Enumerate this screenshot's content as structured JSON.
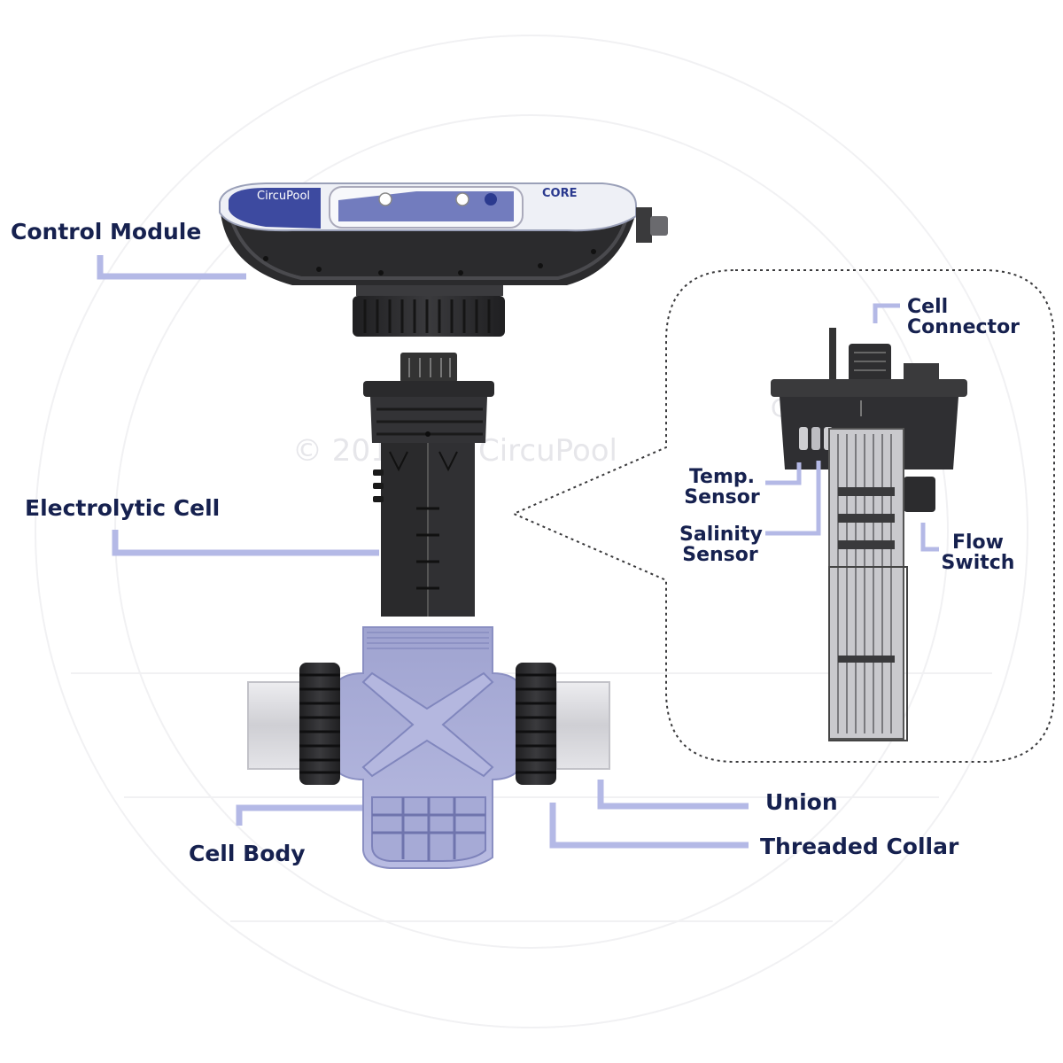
{
  "labels": {
    "control_module": "Control Module",
    "electrolytic_cell": "Electrolytic Cell",
    "cell_body": "Cell Body",
    "union": "Union",
    "threaded_collar": "Threaded Collar"
  },
  "detail_labels": {
    "cell_connector_1": "Cell",
    "cell_connector_2": "Connector",
    "temp_sensor_1": "Temp.",
    "temp_sensor_2": "Sensor",
    "salinity_sensor_1": "Salinity",
    "salinity_sensor_2": "Sensor",
    "flow_switch_1": "Flow",
    "flow_switch_2": "Switch"
  },
  "device": {
    "brand_logo": "CircuPool",
    "model_logo": "CORE"
  },
  "watermark": "CircuPool",
  "colors": {
    "label_text": "#16214f",
    "callout_line": "#b4b9e6",
    "device_dark": "#2c2c2e",
    "cell_body_blue": "#a9acd6",
    "pipe_grey": "#d9d9dd",
    "accent_blue": "#3d4aa0"
  }
}
